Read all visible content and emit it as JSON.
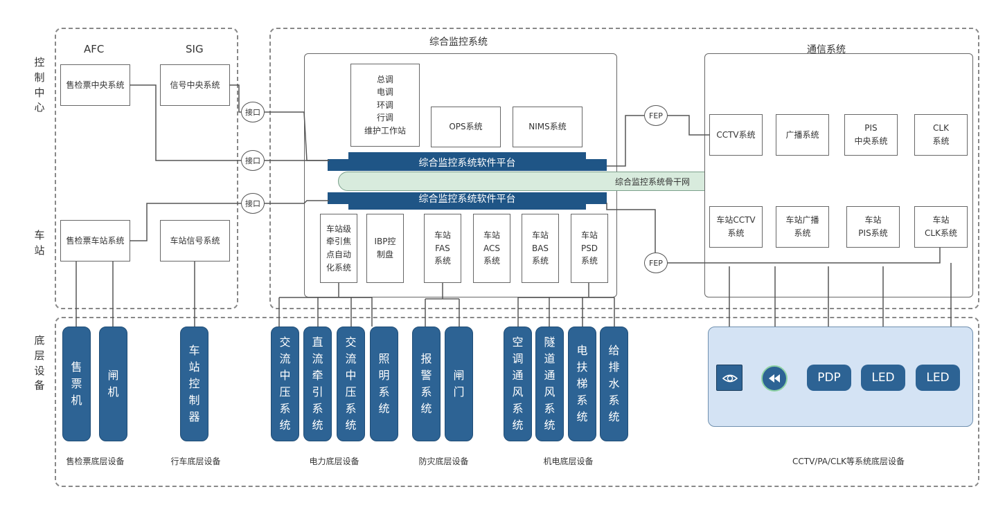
{
  "left_labels": {
    "control_center": "控\n制\n中\n心",
    "station": "车\n站",
    "bottom_devices": "底\n层\n设\n备"
  },
  "afc": {
    "title": "AFC",
    "center": "售检票中央系统",
    "station": "售检票车站系统"
  },
  "sig": {
    "title": "SIG",
    "center": "信号中央系统",
    "station": "车站信号系统"
  },
  "interfaces": [
    "接口",
    "接口",
    "接口"
  ],
  "iscs": {
    "title": "综合监控系统",
    "workstation": "总调\n电调\n环调\n行调\n维护工作站",
    "ops": "OPS系统",
    "nims": "NIMS系统",
    "platform_top": "综合监控系统软件平台",
    "backbone": "综合监控系统骨干网",
    "platform_bottom": "综合监控系统软件平台",
    "station_boxes": [
      "车站级\n牵引焦\n点自动\n化系统",
      "IBP控\n制盘",
      "车站\nFAS\n系统",
      "车站\nACS\n系统",
      "车站\nBAS\n系统",
      "车站\nPSD\n系统"
    ]
  },
  "fep": [
    "FEP",
    "FEP"
  ],
  "comm": {
    "title": "通信系统",
    "center_boxes": [
      "CCTV系统",
      "广播系统",
      "PIS\n中央系统",
      "CLK\n系统"
    ],
    "station_boxes": [
      "车站CCTV\n系统",
      "车站广播\n系统",
      "车站\nPIS系统",
      "车站\nCLK系统"
    ]
  },
  "devices": [
    "售\n票\n机",
    "闸\n机",
    "车\n站\n控\n制\n器",
    "交\n流\n中\n压\n系\n统",
    "直\n流\n牵\n引\n系\n统",
    "交\n流\n中\n压\n系\n统",
    "照\n明\n系\n统",
    "报\n警\n系\n统",
    "闸\n门",
    "空\n调\n通\n风\n系\n统",
    "隧\n道\n通\n风\n系\n统",
    "电\n扶\n梯\n系\n统",
    "给\n排\n水\n系\n统"
  ],
  "comm_devices": {
    "camera_icon": "eye-icon",
    "speaker_icon": "rewind-icon",
    "pdp": "PDP",
    "led1": "LED",
    "led2": "LED"
  },
  "group_labels": [
    "售检票底层设备",
    "行车底层设备",
    "电力底层设备",
    "防灾底层设备",
    "机电底层设备",
    "CCTV/PA/CLK等系统底层设备"
  ],
  "colors": {
    "device_blue": "#2d6394",
    "platform_blue": "#1f5586",
    "backbone_green": "#d8ebdd",
    "area_blue": "#d4e3f4"
  }
}
